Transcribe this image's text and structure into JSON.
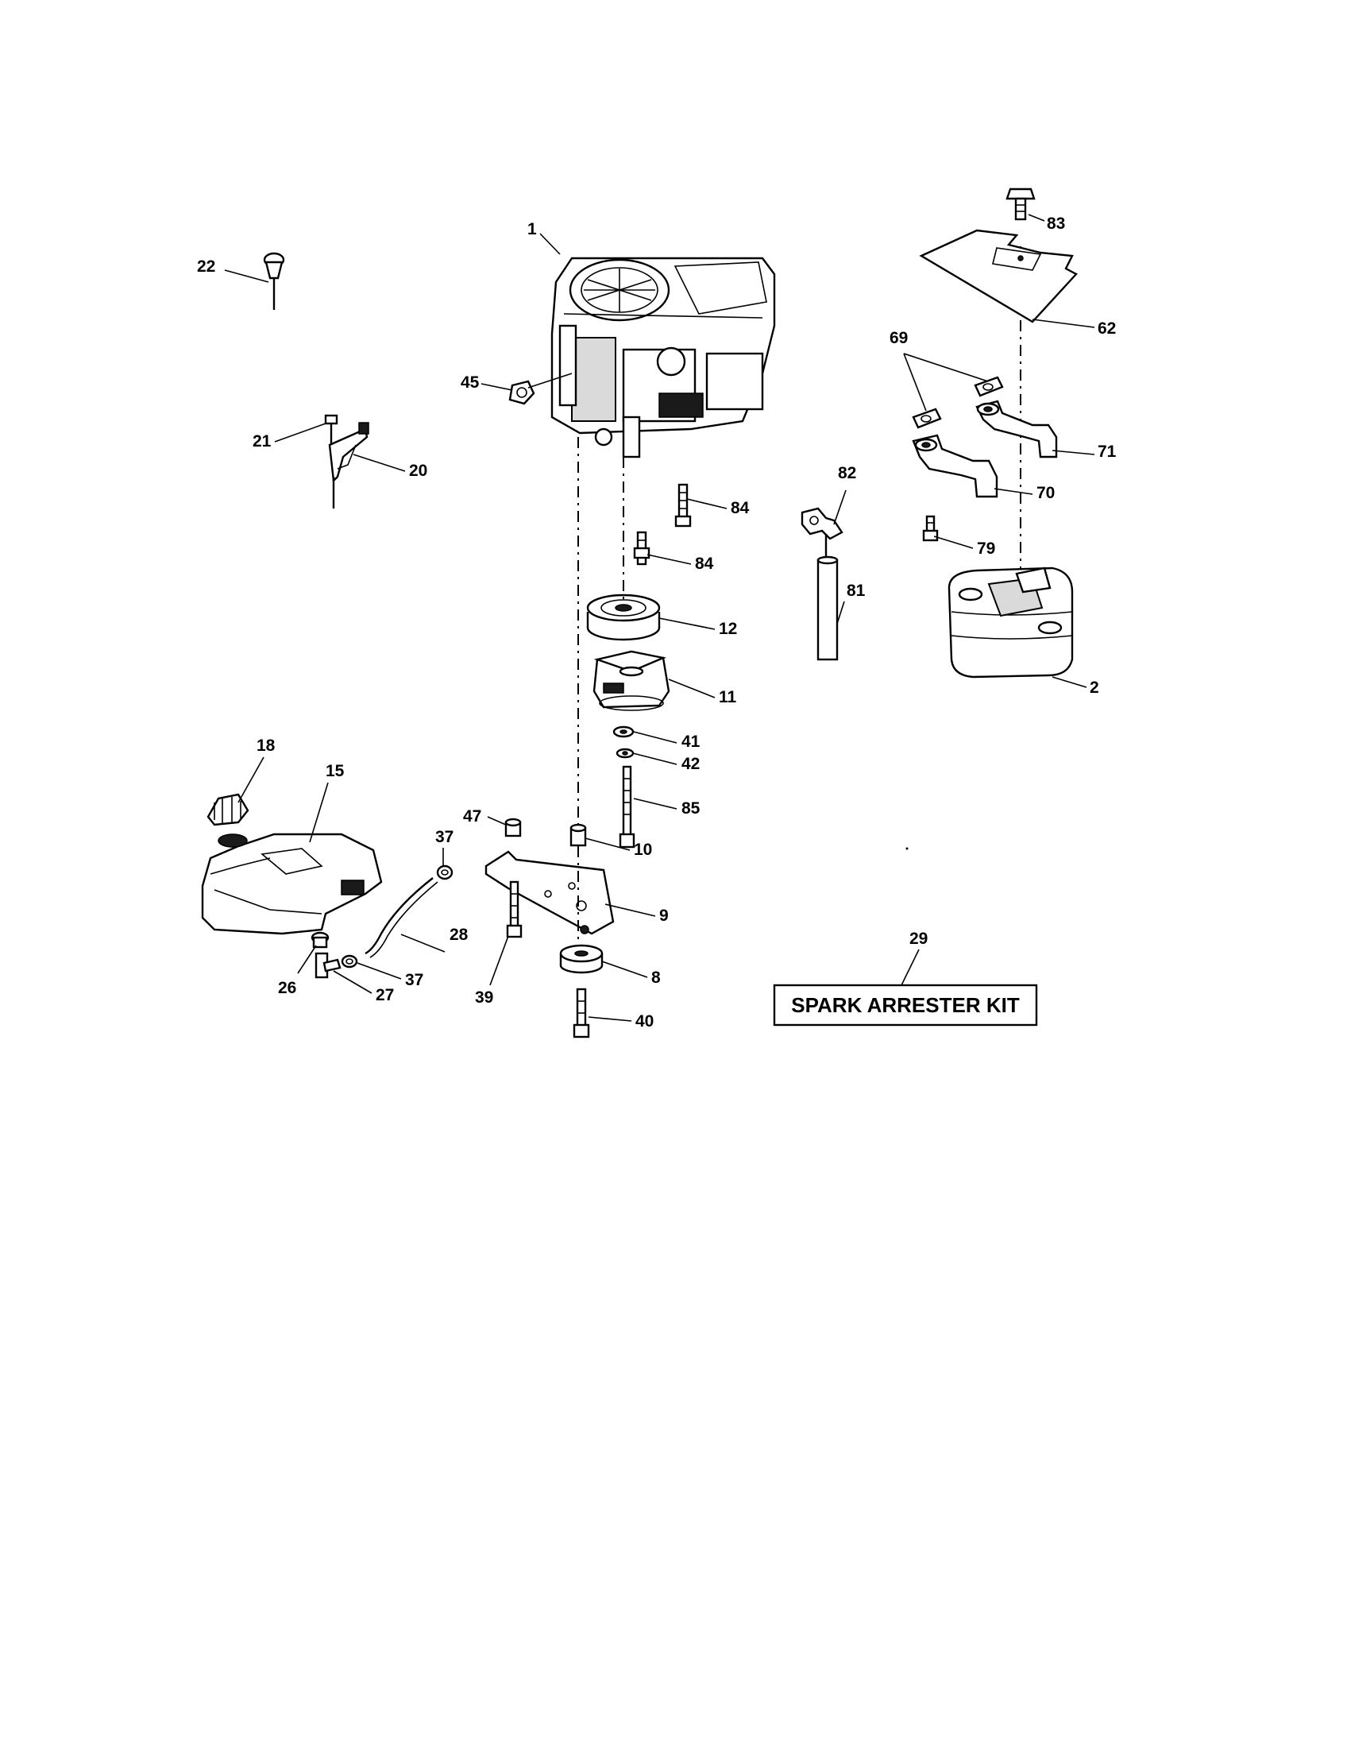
{
  "callouts": {
    "c1": "1",
    "c2": "2",
    "c8": "8",
    "c9": "9",
    "c10": "10",
    "c11": "11",
    "c12": "12",
    "c15": "15",
    "c18": "18",
    "c20": "20",
    "c21": "21",
    "c22": "22",
    "c26": "26",
    "c27": "27",
    "c28": "28",
    "c29": "29",
    "c37a": "37",
    "c37b": "37",
    "c39": "39",
    "c40": "40",
    "c41": "41",
    "c42": "42",
    "c45": "45",
    "c47": "47",
    "c62": "62",
    "c69": "69",
    "c70": "70",
    "c71": "71",
    "c79": "79",
    "c81": "81",
    "c82": "82",
    "c83": "83",
    "c84a": "84",
    "c84b": "84",
    "c85": "85"
  },
  "kit_box": {
    "label": "SPARK ARRESTER KIT"
  }
}
